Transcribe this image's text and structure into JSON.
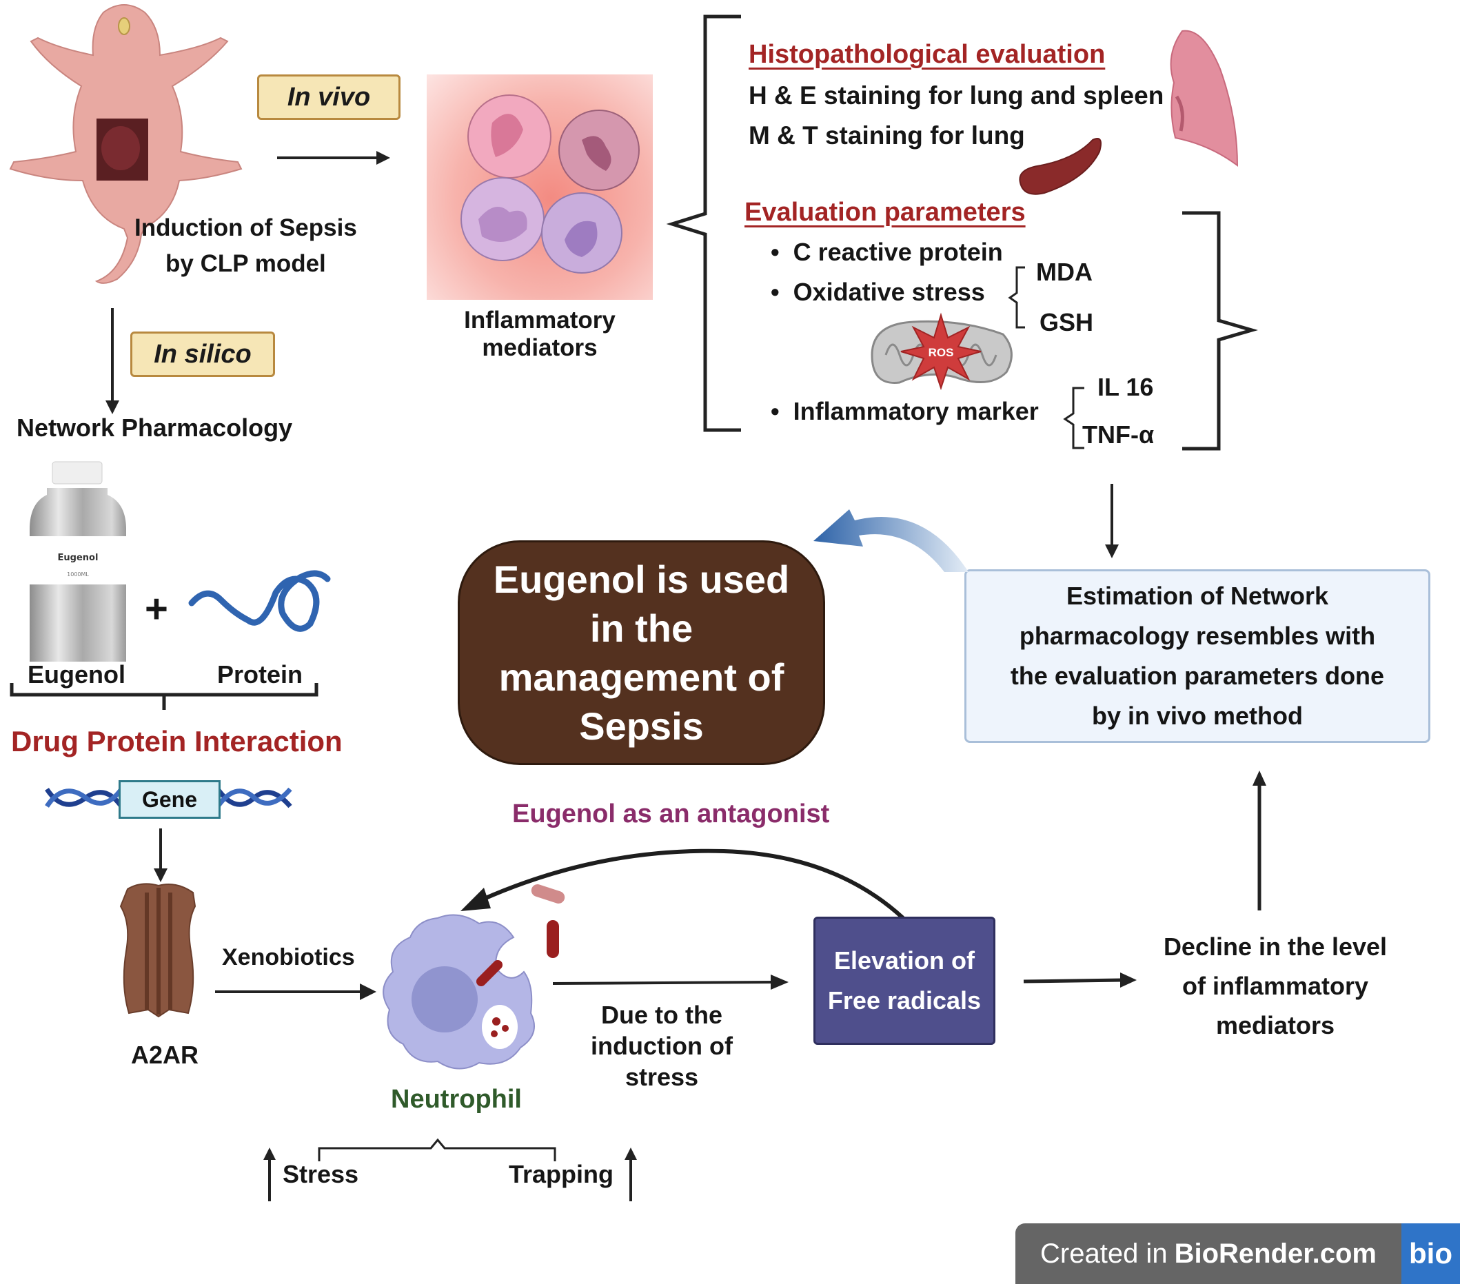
{
  "figure": {
    "watermark": {
      "prefix": "Created in",
      "brand": "BioRender.com",
      "logo_text": "bio"
    },
    "colors": {
      "section_heading_red": "#a32424",
      "antagonist_purple": "#8a2c6a",
      "neutrophil_green": "#2f5a2a",
      "eugenol_box_brown": "#54311f",
      "elevation_box_indigo": "#4f4f8c",
      "estimation_box_bg": "#eef4fc",
      "method_box_bg": "#f6e6b6",
      "badge_blue": "#2f74c8"
    }
  },
  "in_vivo_branch": {
    "method_label": "In vivo",
    "model_caption": [
      "Induction of Sepsis",
      "by CLP model"
    ],
    "mediators_caption": [
      "Inflammatory",
      "mediators"
    ]
  },
  "in_silico_branch": {
    "method_label": "In silico",
    "network_label": "Network Pharmacology",
    "bottle_label": "Eugenol",
    "bottle_volume": "1000ML",
    "plus_sign": "+",
    "drug_label": "Eugenol",
    "protein_label": "Protein",
    "interaction_title": "Drug Protein Interaction",
    "gene_label": "Gene",
    "receptor_label": "A2AR",
    "xenobiotics_label": "Xenobiotics",
    "neutrophil_label": "Neutrophil",
    "stress_label": "Stress",
    "trapping_label": "Trapping",
    "stress_induction": [
      "Due to the",
      "induction of",
      "stress"
    ],
    "antagonist_label": "Eugenol as an antagonist",
    "elevation_box": [
      "Elevation of",
      "Free radicals"
    ],
    "decline_text": [
      "Decline in the level",
      "of inflammatory",
      "mediators"
    ]
  },
  "evaluation": {
    "histo_heading": "Histopathological evaluation",
    "histo_lines": [
      "H & E staining for lung and spleen",
      "M & T staining for lung"
    ],
    "params_heading": "Evaluation parameters",
    "params": [
      {
        "label": "C reactive protein"
      },
      {
        "label": "Oxidative stress",
        "sub": [
          "MDA",
          "GSH"
        ]
      },
      {
        "label": "Inflammatory marker",
        "sub": [
          "IL 16",
          "TNF-α"
        ]
      }
    ],
    "ros_label": "ROS"
  },
  "conclusion": {
    "estimation_box": [
      "Estimation of Network",
      "pharmacology resembles with",
      "the evaluation parameters done",
      "by in vivo method"
    ],
    "eugenol_box": [
      "Eugenol is used",
      "in the",
      "management of",
      "Sepsis"
    ]
  }
}
